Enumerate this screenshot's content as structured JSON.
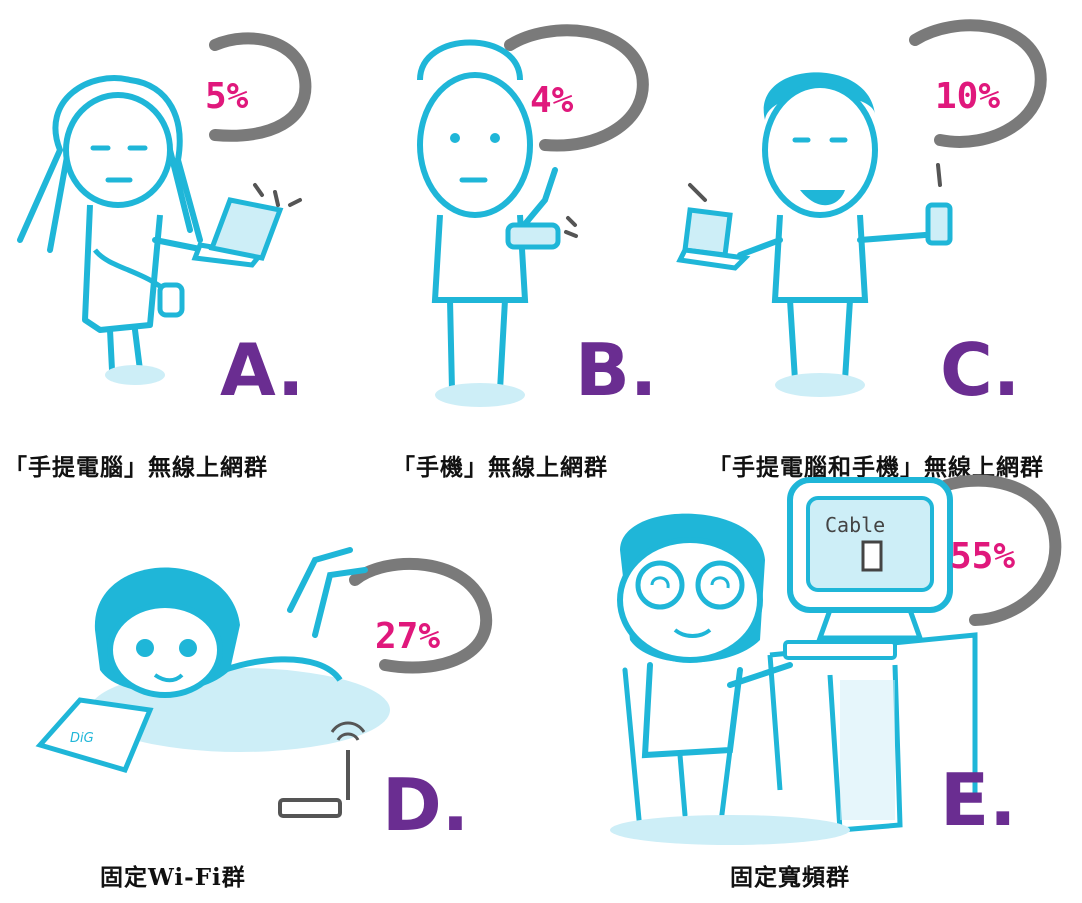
{
  "colors": {
    "figure": "#1fb6d8",
    "figure_fill": "#cdeef7",
    "percent": "#e0187c",
    "letter": "#6a2d91",
    "bubble": "#7a7a7a",
    "caption": "#111111"
  },
  "groups": [
    {
      "letter": "A.",
      "percent": "5%",
      "caption": "「手提電腦」無線上網群",
      "icon": "woman-with-laptop"
    },
    {
      "letter": "B.",
      "percent": "4%",
      "caption": "「手機」無線上網群",
      "icon": "man-with-phone"
    },
    {
      "letter": "C.",
      "percent": "10%",
      "caption": "「手提電腦和手機」無線上網群",
      "icon": "man-with-laptop-and-phone"
    },
    {
      "letter": "D.",
      "percent": "27%",
      "caption": "固定Wi-Fi群",
      "icon": "girl-with-laptop-and-router"
    },
    {
      "letter": "E.",
      "percent": "55%",
      "caption": "固定寬頻群",
      "icon": "boy-at-desktop-computer"
    }
  ],
  "monitor_label": "Cable",
  "laptop_label": "DiG"
}
